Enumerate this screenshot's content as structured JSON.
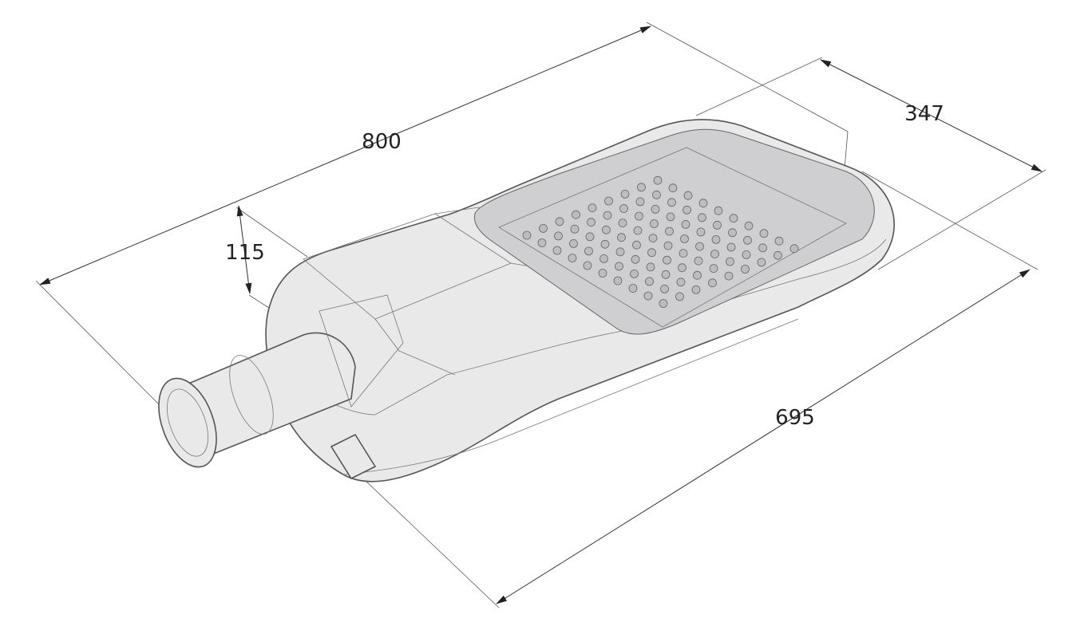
{
  "dimensions": {
    "length": "800",
    "width": "347",
    "height": "115",
    "body_length": "695"
  },
  "colors": {
    "line": "#333333",
    "body": "#e9e9ea"
  }
}
